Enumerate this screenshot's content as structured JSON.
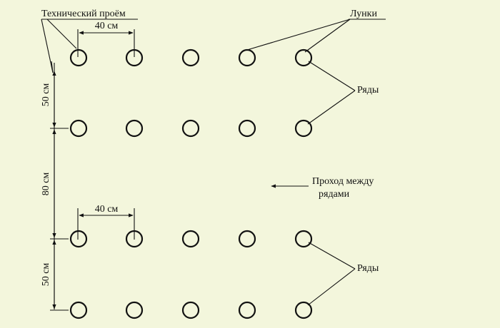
{
  "labels": {
    "technical_opening": "Технический проём",
    "holes": "Лунки",
    "rows_top": "Ряды",
    "rows_bottom": "Ряды",
    "aisle_line1": "Проход между",
    "aisle_line2": "рядами"
  },
  "dimensions": {
    "hole_spacing_top": "40 см",
    "hole_spacing_bottom": "40 см",
    "row_spacing_top": "50 см",
    "aisle_width": "80 см",
    "row_spacing_bottom": "50 см"
  },
  "grid": {
    "rows": 4,
    "holes_per_row": 5
  },
  "colors": {
    "background": "#f3f6dc",
    "ink": "#111111"
  }
}
